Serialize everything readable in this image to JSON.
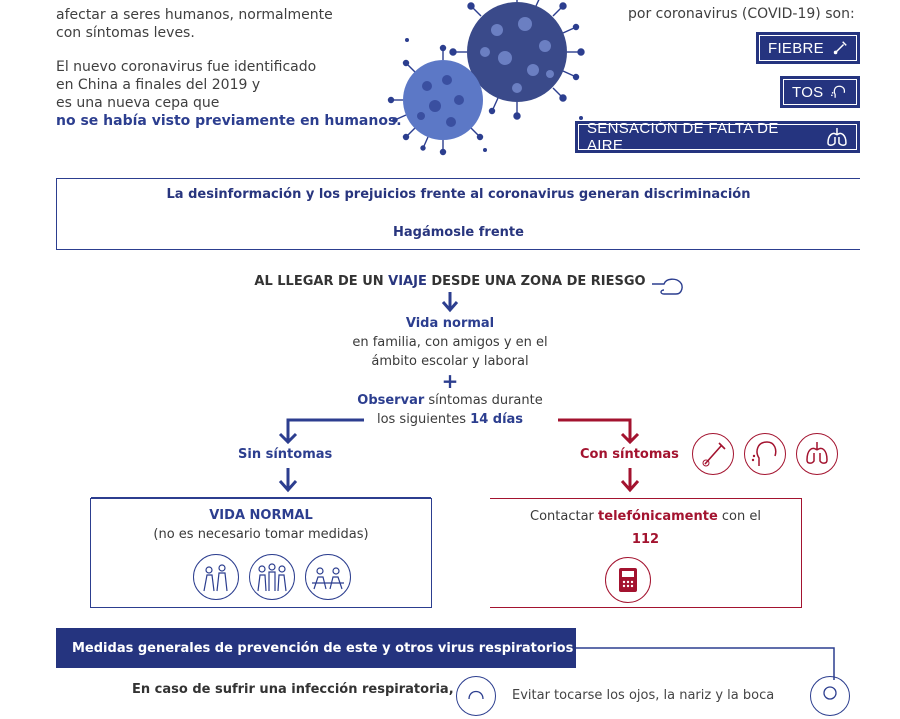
{
  "intro": {
    "line1": "afectar a seres humanos, normalmente",
    "line2": "con síntomas leves.",
    "para2_line1": "El nuevo coronavirus fue identificado",
    "para2_line2": "en China a finales del 2019 y",
    "para2_line3": "es una nueva cepa que",
    "para2_line4": "no se había visto previamente en humanos."
  },
  "symptoms": {
    "header": "por coronavirus (COVID-19) son:",
    "fever": "FIEBRE",
    "cough": "TOS",
    "breath": "SENSACIÓN DE FALTA DE AIRE"
  },
  "banner": {
    "line1": "La desinformación y los prejuicios frente al coronavirus generan discriminación",
    "line2": "Hagámosle frente"
  },
  "flow": {
    "travel_a": "AL LLEGAR DE UN ",
    "travel_b": "VIAJE",
    "travel_c": " DESDE UNA ZONA DE RIESGO",
    "vida_normal": "Vida normal",
    "vida_desc1": "en familia, con amigos y en el",
    "vida_desc2": "ámbito escolar y laboral",
    "plus": "+",
    "observar": "Observar",
    "observar_rest": " síntomas durante",
    "days_prefix": "los siguientes ",
    "days": "14 días",
    "sin": "Sin síntomas",
    "con": "Con síntomas",
    "left_title": "VIDA NORMAL",
    "left_desc": "(no es necesario tomar medidas)",
    "right_a": "Contactar ",
    "right_b": "telefónicamente",
    "right_c": " con el",
    "phone": "112"
  },
  "bottom": {
    "bar": "Medidas generales de prevención de este y otros virus respiratorios",
    "left": "En caso de sufrir una infección respiratoria,",
    "right": "Evitar tocarse los ojos, la nariz y la boca"
  },
  "colors": {
    "navy": "#25347f",
    "red": "#a3132f",
    "virus_dark": "#3a4a8a",
    "virus_light": "#5c78c6"
  },
  "icons": [
    "virus-icon",
    "thermometer-icon",
    "cough-icon",
    "lungs-icon",
    "hand-pointer-icon",
    "hand-wash-icon",
    "phone-icon"
  ]
}
